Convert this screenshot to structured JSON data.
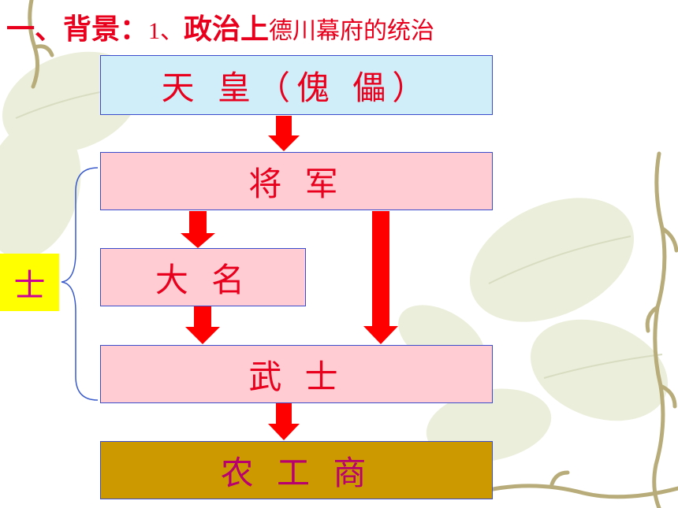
{
  "title": {
    "lead": "一、背景",
    "colon": "：",
    "number": "1、",
    "bold": "政治上",
    "rest": "德川幕府的统治"
  },
  "hierarchy": {
    "emperor": "天 皇（傀 儡）",
    "shogun": "将 军",
    "daimyo": "大 名",
    "samurai": "武 士",
    "commoners": "农 工 商"
  },
  "bracket_label": "士",
  "colors": {
    "title_red": "#e8001c",
    "emperor_fill": "#cfeefa",
    "rank_fill": "#ffccd4",
    "commoner_fill": "#cc9900",
    "commoner_text": "#b8006e",
    "label_fill": "#ffff00",
    "label_text": "#cc0099",
    "arrow_red": "#ff0000",
    "bracket_blue": "#3a5bcc"
  }
}
